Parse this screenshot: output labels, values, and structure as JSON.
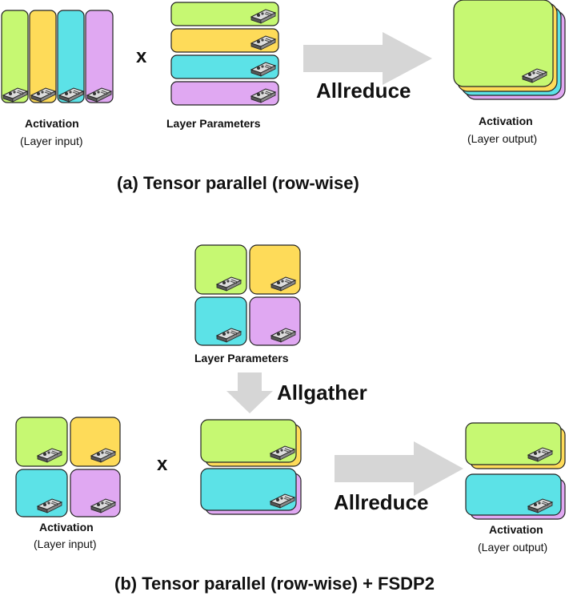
{
  "colors": {
    "green": "#c6f872",
    "yellow": "#fedb59",
    "cyan": "#5ce2e7",
    "purple": "#e0a8f2",
    "arrow": "#d6d6d6",
    "outline": "#222222"
  },
  "icon": "gpu-card-icon",
  "part_a": {
    "activation_title": "Activation",
    "activation_sub": "(Layer input)",
    "operator": "x",
    "params_label": "Layer  Parameters",
    "collective": "Allreduce",
    "output_title": "Activation",
    "output_sub": "(Layer output)",
    "caption": "(a) Tensor parallel (row-wise)"
  },
  "part_b": {
    "params_label": "Layer  Parameters",
    "gather": "Allgather",
    "activation_title": "Activation",
    "activation_sub": "(Layer input)",
    "operator": "x",
    "collective": "Allreduce",
    "output_title": "Activation",
    "output_sub": "(Layer output)",
    "caption": "(b) Tensor parallel (row-wise) + FSDP2"
  }
}
